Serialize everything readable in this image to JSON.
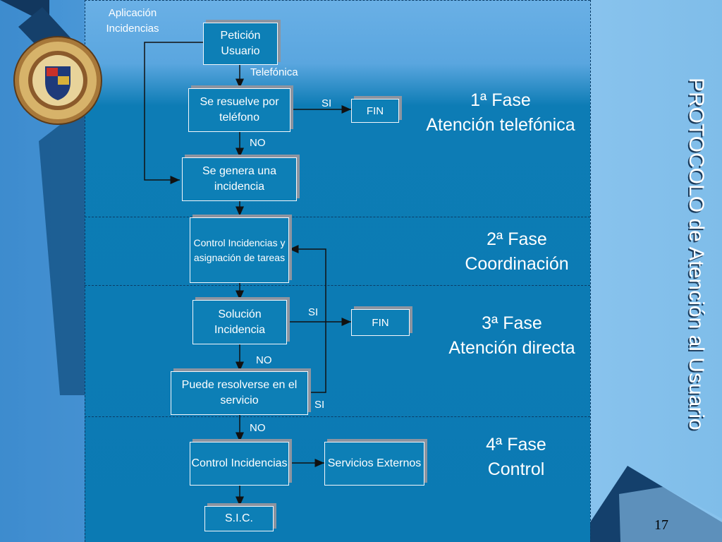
{
  "title": "PROTOCOLO de Atención al Usuario",
  "page_number": "17",
  "labels": {
    "app": "Aplicación Incidencias",
    "phone": "Telefónica",
    "si": "SI",
    "no": "NO"
  },
  "nodes": {
    "peticion": "Petición Usuario",
    "resuelve": "Se resuelve por teléfono",
    "fin1": "FIN",
    "genera": "Se genera una incidencia",
    "control_asig": "Control Incidencias y asignación de tareas",
    "solucion": "Solución Incidencia",
    "fin2": "FIN",
    "puede": "Puede resolverse en el servicio",
    "control": "Control Incidencias",
    "servicios": "Servicios Externos",
    "sic": "S.I.C."
  },
  "phases": [
    {
      "line1": "1ª Fase",
      "line2": "Atención telefónica"
    },
    {
      "line1": "2ª Fase",
      "line2": "Coordinación"
    },
    {
      "line1": "3ª Fase",
      "line2": "Atención directa"
    },
    {
      "line1": "4ª Fase",
      "line2": "Control"
    }
  ],
  "colors": {
    "node_fill": "#0d7fb6",
    "band": "#0b7ab3",
    "text": "#ffffff"
  }
}
